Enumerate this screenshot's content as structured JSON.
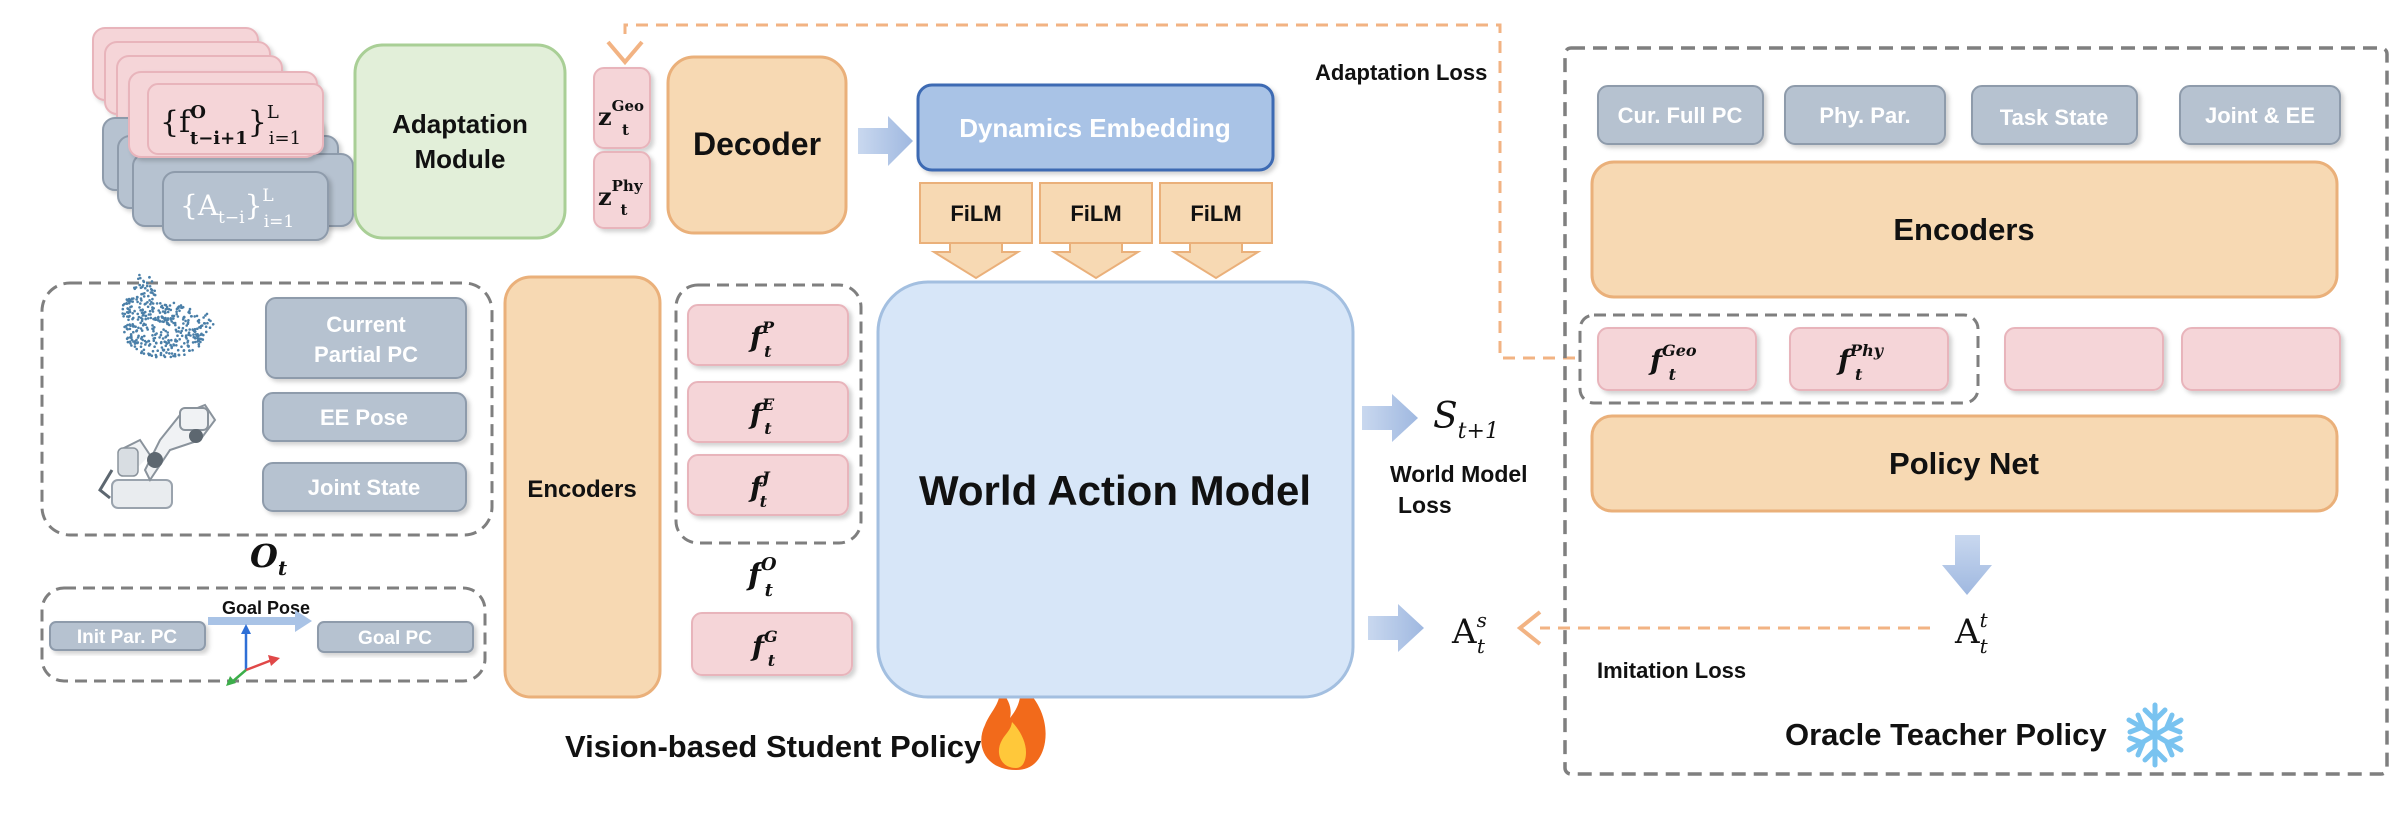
{
  "left": {
    "history_obs": "{f",
    "history_obs_sup": "O",
    "history_obs_sub": "t−i+1",
    "history_obs_tail": "}",
    "history_obs_range": "L",
    "history_obs_idx": "i=1",
    "history_act": "{A",
    "history_act_sub": "t−i",
    "history_act_tail": "}",
    "history_act_range": "L",
    "history_act_idx": "i=1",
    "adaptation_module_line1": "Adaptation",
    "adaptation_module_line2": "Module",
    "z_geo": "z",
    "z_geo_sup": "Geo",
    "z_geo_sub": "t",
    "z_phy": "z",
    "z_phy_sup": "Phy",
    "z_phy_sub": "t",
    "decoder": "Decoder",
    "current_partial_pc_line1": "Current",
    "current_partial_pc_line2": "Partial PC",
    "ee_pose": "EE Pose",
    "joint_state": "Joint State",
    "obs_label": "O",
    "obs_label_sub": "t",
    "init_par_pc": "Init Par. PC",
    "goal_pose": "Goal Pose",
    "goal_pc": "Goal PC",
    "encoders": "Encoders",
    "f_p": "f",
    "f_p_sup": "P",
    "f_p_sub": "t",
    "f_e": "f",
    "f_e_sup": "E",
    "f_e_sub": "t",
    "f_j": "f",
    "f_j_sup": "J",
    "f_j_sub": "t",
    "f_o": "f",
    "f_o_sup": "O",
    "f_o_sub": "t",
    "f_g": "f",
    "f_g_sup": "G",
    "f_g_sub": "t",
    "student_title": "Vision-based Student Policy"
  },
  "center": {
    "dynamics_embedding": "Dynamics Embedding",
    "film_1": "FiLM",
    "film_2": "FiLM",
    "film_3": "FiLM",
    "world_action_model": "World Action Model",
    "adaptation_loss": "Adaptation Loss",
    "s_next": "S",
    "s_next_sub": "t+1",
    "world_model_loss_line1": "World Model",
    "world_model_loss_line2": "Loss",
    "a_student": "A",
    "a_student_sup": "s",
    "a_student_sub": "t",
    "imitation_loss": "Imitation Loss"
  },
  "right": {
    "cur_full_pc": "Cur. Full PC",
    "phy_par": "Phy. Par.",
    "task_state": "Task State",
    "joint_ee": "Joint & EE",
    "encoders": "Encoders",
    "f_geo": "f",
    "f_geo_sup": "Geo",
    "f_geo_sub": "t",
    "f_phy": "f",
    "f_phy_sup": "Phy",
    "f_phy_sub": "t",
    "policy_net": "Policy Net",
    "a_teacher": "A",
    "a_teacher_sup": "t",
    "a_teacher_sub": "t",
    "teacher_title": "Oracle Teacher Policy"
  },
  "colors": {
    "pink_fill": "#f5d5d8",
    "pink_stroke": "#e8b4bb",
    "gray_fill": "#b6c2d0",
    "gray_stroke": "#8e9bab",
    "orange_fill": "#f7d9b3",
    "orange_stroke": "#eab07a",
    "green_fill": "#e2efd9",
    "green_stroke": "#a9cf96",
    "blue_fill": "#a9c3e6",
    "blue_stroke": "#3d6bb3",
    "wam_fill": "#d7e6f8",
    "wam_stroke": "#a3bfe0",
    "arrow_blue": "#b4c7e7",
    "dash_orange": "#f2b383",
    "dash_gray": "#7f7f7f"
  },
  "icons": [
    "bunny-pointcloud-icon",
    "robot-arm-icon",
    "axes-icon",
    "fire-icon",
    "snowflake-icon"
  ]
}
